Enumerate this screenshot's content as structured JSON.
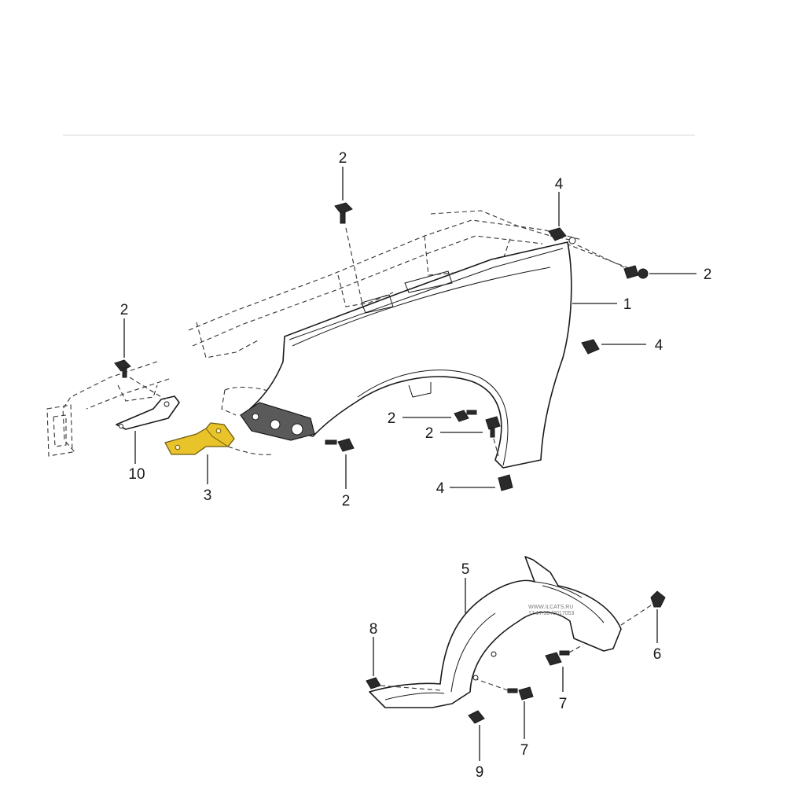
{
  "diagram": {
    "highlight_color": "#e8c32a",
    "line_color": "#1a1a1a",
    "callouts": {
      "c2_top": "2",
      "c4_top": "4",
      "c2_right": "2",
      "c1": "1",
      "c4_mid": "4",
      "c2_left": "2",
      "c2_mid1": "2",
      "c2_mid2": "2",
      "c10": "10",
      "c3": "3",
      "c2_bottom": "2",
      "c4_bottom": "4",
      "c5": "5",
      "c8": "8",
      "c6": "6",
      "c7_right": "7",
      "c7_bottom": "7",
      "c9": "9"
    },
    "watermark": {
      "line1": "WWW.ILCATS.RU",
      "line2": "17.17.53 /0017053"
    }
  }
}
